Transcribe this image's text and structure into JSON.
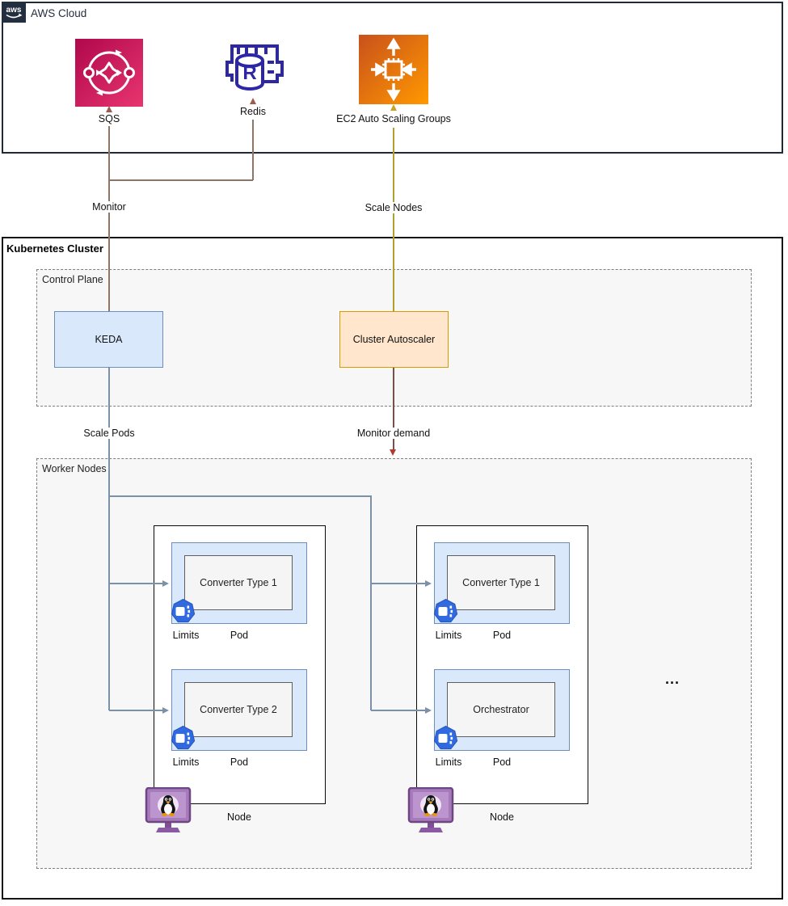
{
  "aws_cloud": {
    "label": "AWS Cloud",
    "logo_text": "aws",
    "services": [
      {
        "label": "SQS"
      },
      {
        "label": "Redis",
        "icon_letter": "R"
      },
      {
        "label": "EC2 Auto Scaling Groups"
      }
    ]
  },
  "edges": {
    "monitor": "Monitor",
    "scale_nodes": "Scale Nodes",
    "scale_pods": "Scale Pods",
    "monitor_demand": "Monitor demand"
  },
  "kubernetes_cluster": {
    "label": "Kubernetes Cluster",
    "control_plane": {
      "label": "Control Plane",
      "keda_label": "KEDA",
      "autoscaler_label": "Cluster Autoscaler"
    },
    "worker_nodes": {
      "label": "Worker Nodes",
      "more_indicator": "...",
      "nodes": [
        {
          "label": "Node",
          "pods": [
            {
              "workload": "Converter Type 1",
              "limits_label": "Limits",
              "pod_label": "Pod"
            },
            {
              "workload": "Converter Type 2",
              "limits_label": "Limits",
              "pod_label": "Pod"
            }
          ]
        },
        {
          "label": "Node",
          "pods": [
            {
              "workload": "Converter Type 1",
              "limits_label": "Limits",
              "pod_label": "Pod"
            },
            {
              "workload": "Orchestrator",
              "limits_label": "Limits",
              "pod_label": "Pod"
            }
          ]
        }
      ]
    }
  },
  "colors": {
    "monitor_edge": "#8B7668",
    "monitor_arrow": "#9E5B50",
    "scale_nodes_edge": "#AEA12F",
    "scale_nodes_arrow": "#C9A227",
    "monitor_demand_edge": "#73524A",
    "monitor_demand_arrow": "#B03A30",
    "scale_pods_edge": "#7B91A8",
    "keda_fill": "#DAE8FC",
    "keda_border": "#6C8EBF",
    "autoscaler_fill": "#FFE6CC",
    "autoscaler_border": "#D79B00",
    "pod_fill": "#DAE8FC",
    "pod_border": "#6C8EBF",
    "inner_fill": "#F5F5F5",
    "sqs_gradient_start": "#B0084D",
    "sqs_gradient_end": "#E8356F",
    "ec2_gradient_start": "#C8511B",
    "ec2_gradient_end": "#FF9900",
    "redis_color": "#2D27A5",
    "limits_icon_color": "#3069E0",
    "linux_monitor_purple": "#A77BBB",
    "aws_dark": "#232F3E"
  }
}
